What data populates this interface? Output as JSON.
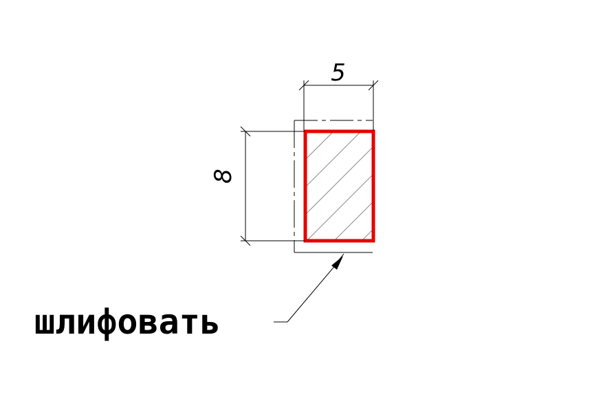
{
  "dimensions": {
    "width": "5",
    "height": "8"
  },
  "note": {
    "text": "шлифовать"
  },
  "colors": {
    "highlight": "#e60000",
    "line": "#000000",
    "hatch": "#7a7a7a"
  }
}
